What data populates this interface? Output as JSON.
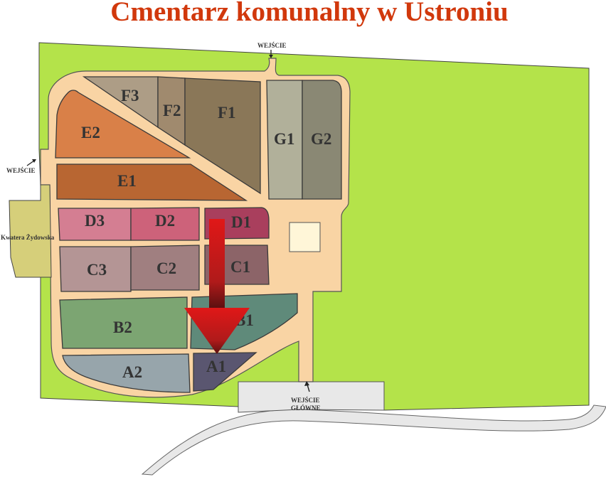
{
  "title": "Cmentarz komunalny w Ustroniu",
  "entrances": {
    "top": "WEJŚCIE",
    "left": "WEJŚCIE",
    "main_line1": "WEJŚCIE",
    "main_line2": "GŁÓWNE"
  },
  "jewish_quarter": "Kwatera Żydowska",
  "sections": {
    "F3": "F3",
    "F2": "F2",
    "F1": "F1",
    "E2": "E2",
    "E1": "E1",
    "G1": "G1",
    "G2": "G2",
    "D3": "D3",
    "D2": "D2",
    "D1": "D1",
    "C3": "C3",
    "C2": "C2",
    "C1": "C1",
    "B2": "B2",
    "B1": "B1",
    "A2": "A2",
    "A1": "A1"
  },
  "colors": {
    "title": "#d1380c",
    "grass": "#b4e34a",
    "path": "#f9d4a4",
    "arrow": "#c81e1e"
  }
}
